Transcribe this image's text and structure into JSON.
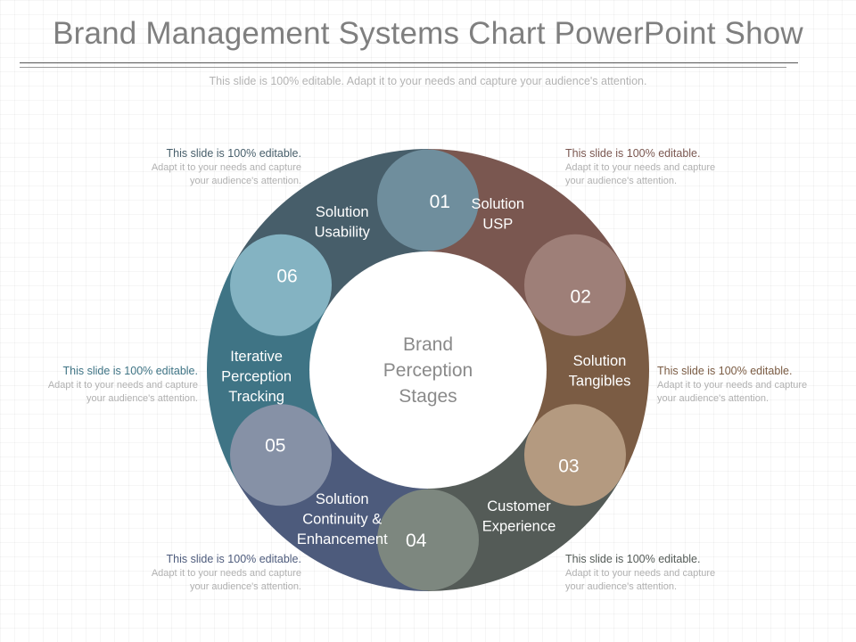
{
  "title": "Brand Management Systems Chart PowerPoint Show",
  "subtitle": "This slide is 100% editable. Adapt it to your needs and capture your audience's attention.",
  "center_label": [
    "Brand",
    "Perception",
    "Stages"
  ],
  "segments": [
    {
      "number": "01",
      "label": [
        "Solution",
        "USP"
      ],
      "color": "#7a5750",
      "circle_color": "#6f8e9d"
    },
    {
      "number": "02",
      "label": [
        "Solution",
        "Tangibles"
      ],
      "color": "#7b5c44",
      "circle_color": "#9e7f78"
    },
    {
      "number": "03",
      "label": [
        "Customer",
        "Experience"
      ],
      "color": "#545b57",
      "circle_color": "#b49a80"
    },
    {
      "number": "04",
      "label": [
        "Solution",
        "Continuity &",
        "Enhancement"
      ],
      "color": "#4d5b7c",
      "circle_color": "#7d877f"
    },
    {
      "number": "05",
      "label": [
        "Iterative",
        "Perception",
        "Tracking"
      ],
      "color": "#3f7485",
      "circle_color": "#8691a6"
    },
    {
      "number": "06",
      "label": [
        "Solution",
        "Usability"
      ],
      "color": "#475e6a",
      "circle_color": "#84b3c2"
    }
  ],
  "notes": [
    {
      "title": "This slide is 100% editable.",
      "body": "Adapt it to your needs and capture your audience's attention.",
      "color": "#7a5750"
    },
    {
      "title": "This slide is 100% editable.",
      "body": "Adapt it to your needs and capture your audience's attention.",
      "color": "#7b5c44"
    },
    {
      "title": "This slide is 100% editable.",
      "body": "Adapt it to your needs and capture your audience's attention.",
      "color": "#545b57"
    },
    {
      "title": "This slide is 100% editable.",
      "body": "Adapt it to your needs and capture your audience's attention.",
      "color": "#4d5b7c"
    },
    {
      "title": "This slide is 100% editable.",
      "body": "Adapt it to your needs and capture your audience's attention.",
      "color": "#3f7485"
    },
    {
      "title": "This slide is 100% editable.",
      "body": "Adapt it to your needs and capture your audience's attention.",
      "color": "#475e6a"
    }
  ]
}
